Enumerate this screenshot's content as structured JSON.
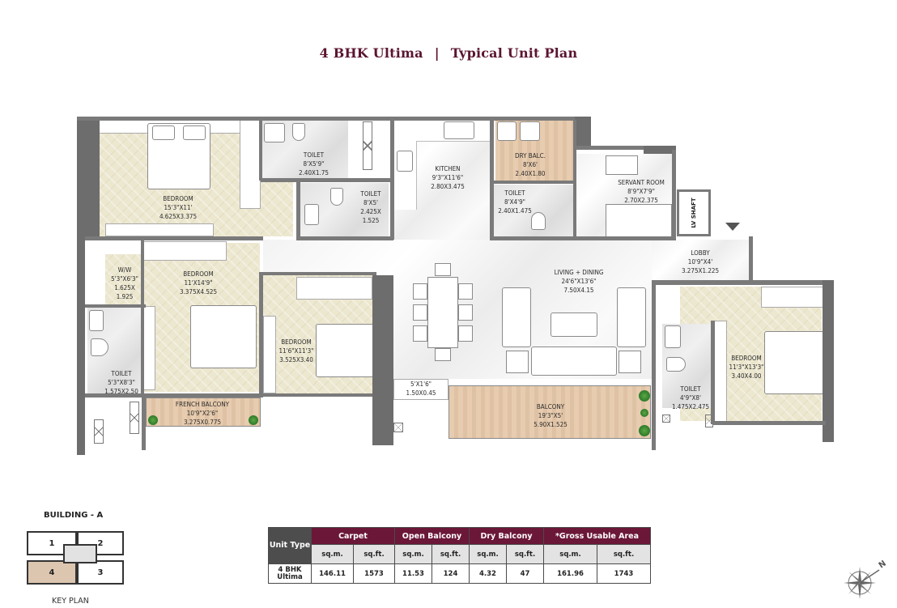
{
  "header": {
    "unit_name": "4 BHK Ultima",
    "separator": "|",
    "plan_type": "Typical Unit Plan",
    "title_color": "#5b1530"
  },
  "rooms": {
    "bedroom_master": {
      "name": "BEDROOM",
      "imperial": "15'3\"X11'",
      "metric": "4.625X3.375"
    },
    "toilet_master": {
      "name": "TOILET",
      "imperial": "8'X5'9\"",
      "metric": "2.40X1.75"
    },
    "toilet_common": {
      "name": "TOILET",
      "imperial": "8'X5'",
      "metric_line1": "2.425X",
      "metric_line2": "1.525"
    },
    "kitchen": {
      "name": "KITCHEN",
      "imperial": "9'3\"X11'6\"",
      "metric": "2.80X3.475"
    },
    "dry_balcony": {
      "name": "DRY BALC.",
      "imperial": "8'X6'",
      "metric": "2.40X1.80"
    },
    "toilet_servant": {
      "name": "TOILET",
      "imperial": "8'X4'9\"",
      "metric": "2.40X1.475"
    },
    "servant_room": {
      "name": "SERVANT ROOM",
      "imperial": "8'9\"X7'9\"",
      "metric": "2.70X2.375"
    },
    "lv_shaft": {
      "name": "LV SHAFT"
    },
    "lobby": {
      "name": "LOBBY",
      "imperial": "10'9\"X4'",
      "metric": "3.275X1.225"
    },
    "walk_in_wardrobe": {
      "name": "W/W",
      "imperial": "5'3\"X6'3\"",
      "metric_line1": "1.625X",
      "metric_line2": "1.925"
    },
    "bedroom_2": {
      "name": "BEDROOM",
      "imperial": "11'X14'9\"",
      "metric": "3.375X4.525"
    },
    "bedroom_3": {
      "name": "BEDROOM",
      "imperial": "11'6\"X11'3\"",
      "metric": "3.525X3.40"
    },
    "toilet_2": {
      "name": "TOILET",
      "imperial": "5'3\"X8'3\"",
      "metric": "1.575X2.50"
    },
    "living_dining": {
      "name": "LIVING + DINING",
      "imperial": "24'6\"X13'6\"",
      "metric": "7.50X4.15"
    },
    "ledge": {
      "imperial": "5'X1'6\"",
      "metric": "1.50X0.45"
    },
    "french_balcony": {
      "name": "FRENCH BALCONY",
      "imperial": "10'9\"X2'6\"",
      "metric": "3.275X0.775"
    },
    "balcony": {
      "name": "BALCONY",
      "imperial": "19'3\"X5'",
      "metric": "5.90X1.525"
    },
    "bedroom_4": {
      "name": "BEDROOM",
      "imperial": "11'3\"X13'3\"",
      "metric": "3.40X4.00"
    },
    "toilet_4": {
      "name": "TOILET",
      "imperial": "4'9\"X8'",
      "metric": "1.475X2.475"
    }
  },
  "key_plan": {
    "title": "BUILDING - A",
    "units": [
      "1",
      "2",
      "3",
      "4"
    ],
    "highlighted_unit": "4",
    "highlight_color": "#dcc6b0",
    "core_color": "#e2e2e2",
    "footer": "KEY PLAN"
  },
  "area_table": {
    "header_color": "#6b1738",
    "unit_header_color": "#4d4d4d",
    "unit_type_header": "Unit Type",
    "groups": [
      "Carpet",
      "Open Balcony",
      "Dry Balcony",
      "*Gross Usable Area"
    ],
    "subheaders": [
      "sq.m.",
      "sq.ft.",
      "sq.m.",
      "sq.ft.",
      "sq.m.",
      "sq.ft.",
      "sq.m.",
      "sq.ft."
    ],
    "rows": [
      {
        "unit_type_line1": "4 BHK",
        "unit_type_line2": "Ultima",
        "values": [
          "146.11",
          "1573",
          "11.53",
          "124",
          "4.32",
          "47",
          "161.96",
          "1743"
        ]
      }
    ]
  },
  "compass": {
    "label": "N",
    "icon": "compass-rose-icon"
  },
  "entry_marker": {
    "icon": "entry-triangle-icon"
  }
}
